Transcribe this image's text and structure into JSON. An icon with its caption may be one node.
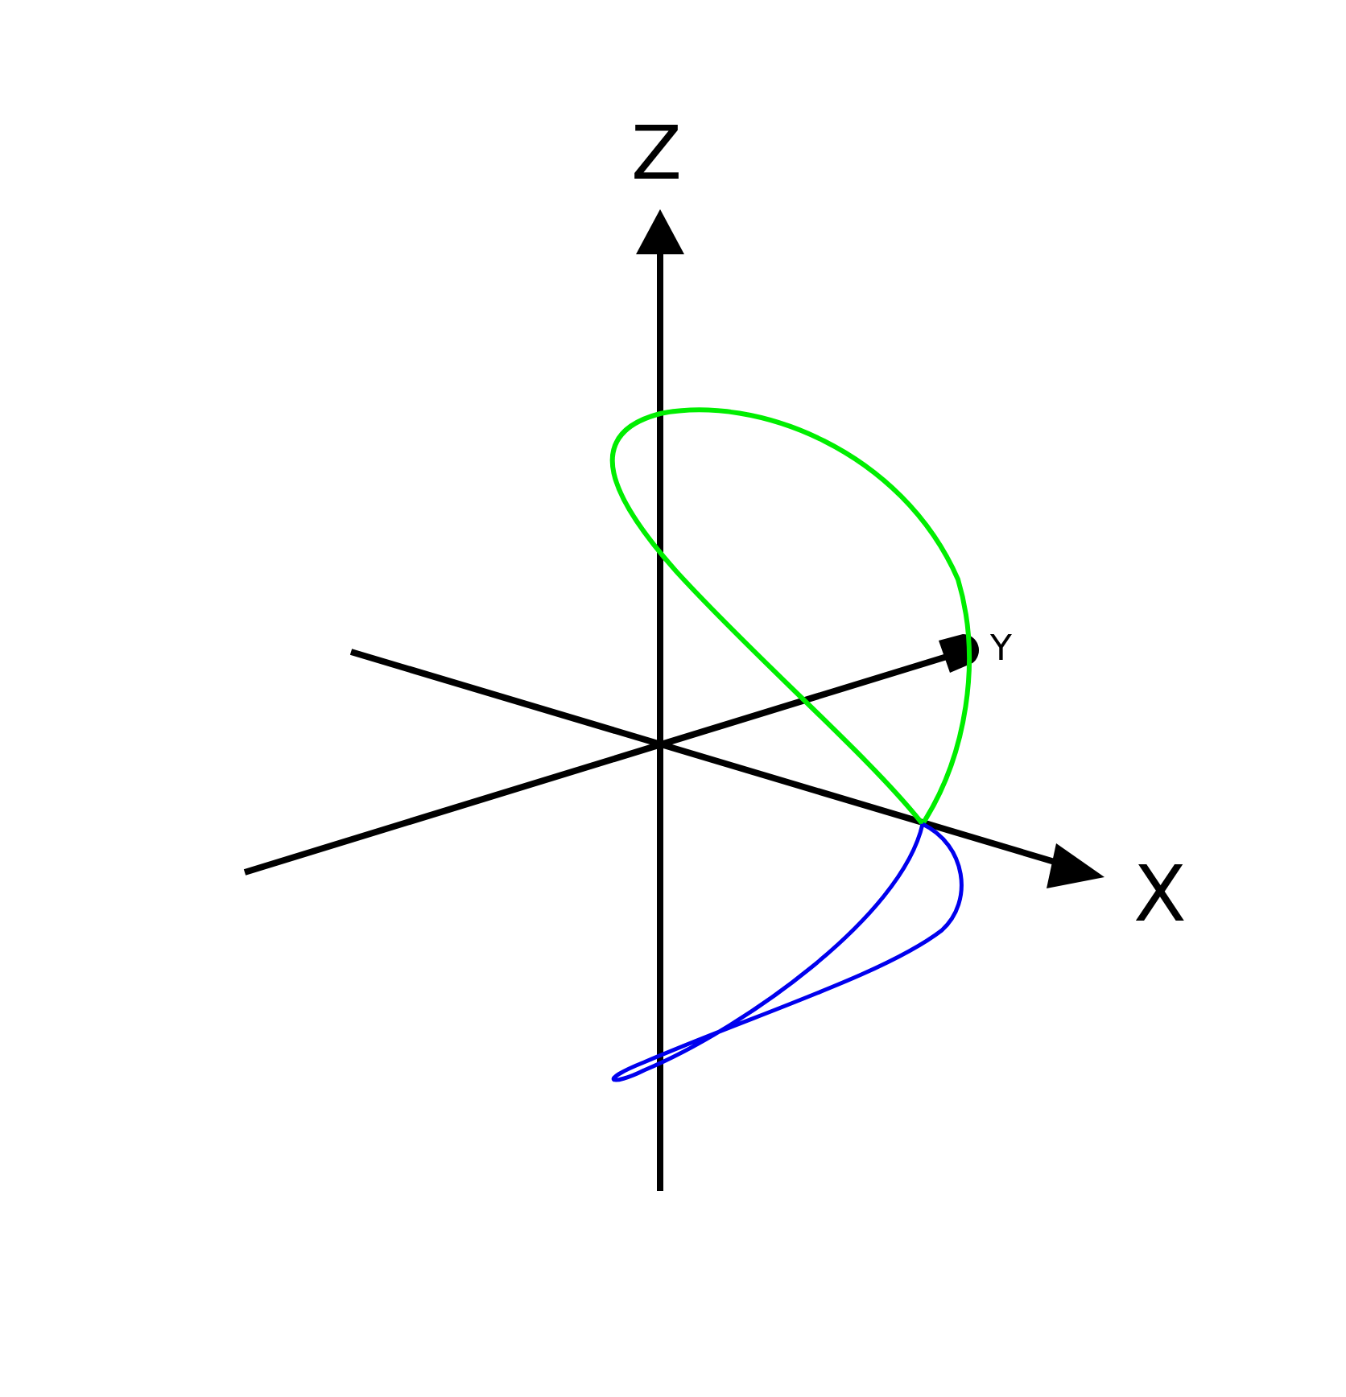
{
  "diagram": {
    "labels": [
      "Z",
      "Y",
      "X"
    ]
  }
}
